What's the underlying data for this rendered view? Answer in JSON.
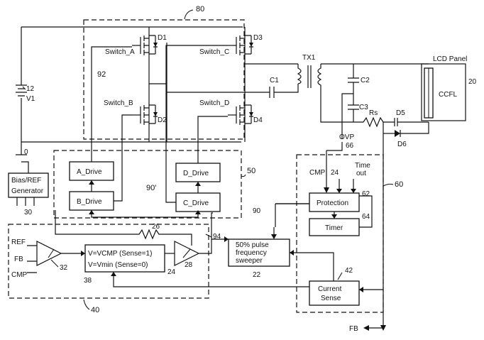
{
  "refs": {
    "r80": "80",
    "r92": "92",
    "r90p": "90'",
    "r50": "50",
    "r60": "60",
    "r30": "30",
    "r40": "40",
    "r38": "38",
    "r22": "22",
    "r42": "42",
    "r12": "12",
    "r20": "20",
    "r26": "26",
    "r94": "94",
    "r24a": "24",
    "r24b": "24",
    "r28": "28",
    "r32": "32",
    "r90": "90",
    "r62": "62",
    "r64": "64",
    "r66": "66",
    "r0": "0"
  },
  "switches": {
    "a": "Switch_A",
    "b": "Switch_B",
    "c": "Switch_C",
    "d": "Switch_D",
    "d1": "D1",
    "d2": "D2",
    "d3": "D3",
    "d4": "D4"
  },
  "drives": {
    "a": "A_Drive",
    "b": "B_Drive",
    "c": "C_Drive",
    "d": "D_Drive"
  },
  "blocks": {
    "bias_l1": "Bias/REF",
    "bias_l2": "Generator",
    "protection": "Protection",
    "timer": "Timer",
    "sweeper_l1": "50% pulse",
    "sweeper_l2": "frequency",
    "sweeper_l3": "sweeper",
    "current_l1": "Current",
    "current_l2": "Sense",
    "vcmp_l1": "V=VCMP  (Sense=1)",
    "vcmp_l2": "V=Vmin  (Sense=0)"
  },
  "components": {
    "tx1": "TX1",
    "c1": "C1",
    "c2": "C2",
    "c3": "C3",
    "rs": "Rs",
    "d5": "D5",
    "d6": "D6",
    "v1": "V1",
    "lcd": "LCD Panel",
    "ccfl": "CCFL"
  },
  "signals": {
    "ref": "REF",
    "fb_in": "FB",
    "cmp_in": "CMP",
    "cmp_prot": "CMP",
    "timeout_l1": "Time",
    "timeout_l2": "out",
    "ovp": "OVP",
    "fb_out": "FB"
  }
}
